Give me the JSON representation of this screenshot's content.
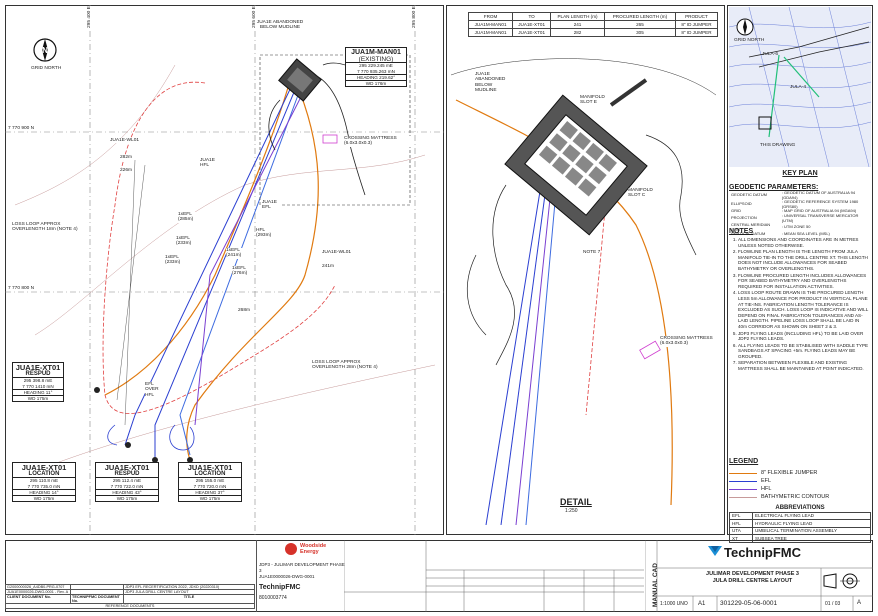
{
  "grid": {
    "top": [
      "295 400 E",
      "295 600 E",
      "295 800 E"
    ],
    "left": [
      "7 770 900 N",
      "7 770 800 N"
    ]
  },
  "north_label": "GRID NORTH",
  "wells": [
    {
      "title": "JUA1E-XT01",
      "sub": "RESPUD",
      "lines": [
        "295 398.8 mE",
        "7 770 1410 mN",
        "HEADING 11°",
        "WD 175m"
      ]
    },
    {
      "title": "JUA1E-XT01",
      "sub": "LOCATION",
      "lines": [
        "295 110.8 mE",
        "7 770 735.0 mN",
        "HEADING 14°",
        "WD 175m"
      ]
    },
    {
      "title": "JUA1E-XT01",
      "sub": "RESPUD",
      "lines": [
        "295 112.4 mE",
        "7 770 722.0 mN",
        "HEADING 43°",
        "WD 175m"
      ]
    },
    {
      "title": "JUA1E-XT01",
      "sub": "LOCATION",
      "lines": [
        "295 155.0 mE",
        "7 770 720.0 mN",
        "HEADING 37°",
        "WD 175m"
      ]
    }
  ],
  "manifold_box": {
    "title": "JUA1M-MAN01",
    "sub": "(EXISTING)",
    "lines": [
      "295 229.245 mE",
      "7 770 935.263 mN",
      "HEADING 219.62°",
      "WD 176m"
    ]
  },
  "map_labels": {
    "abandoned": "JUA1E ABANDONED BELOW MUDLINE",
    "crossing": "CROSSING MATTRESS (6.0x3.0x0.3)",
    "wl01": "JUA1E-WL01",
    "hfl": "JUA1E HFL",
    "efl": "JUA1E EFL",
    "wl01b": "JUA1E-WL01",
    "loss_loop": "LOSS LOOP APPROX OVERLENGTH 18m (NOTE 4)",
    "loss_loop2": "LOSS LOOP APPROX OVERLENGTH 28m (NOTE 4)",
    "efl_over": "EFL OVER HFL",
    "d282": "282m",
    "d226": "226m",
    "d285": "1xEFL (285m)",
    "d233": "1xEFL (233m)",
    "d233b": "1xEFL (233m)",
    "d276": "1xEFL (276m)",
    "d241": "1xEFL (241m)",
    "d293": "HFL (293m)",
    "d241b": "241m",
    "d268": "268m"
  },
  "detail": {
    "abandoned": "JUA1E ABANDONED BELOW MUDLINE",
    "slot_e": "MANIFOLD SLOT E",
    "slot_c": "MANIFOLD SLOT C",
    "crossing": "CROSSING MATTRESS (6.0x3.0x0.3)",
    "note": "NOTE 7",
    "title": "DETAIL",
    "scale": "1:250"
  },
  "table": {
    "headers": [
      "FROM",
      "TO",
      "PLAN LENGTH (m)",
      "PROCURED LENGTH (m)",
      "PRODUCT"
    ],
    "rows": [
      [
        "JUA1M-MAN01",
        "JUA1E-XT01",
        "241",
        "265",
        "8\" ID JUMPER"
      ],
      [
        "JUA1M-MAN01",
        "JUA1E-XT01",
        "282",
        "305",
        "8\" ID JUMPER"
      ]
    ]
  },
  "key_plan": {
    "title": "KEY PLAN",
    "grid_north": "GRID NORTH",
    "label1": "JULA-4",
    "label2": "THIS DRAWING",
    "label3": "JULA-6"
  },
  "geodetic": {
    "title": "GEODETIC PARAMETERS:",
    "rows": [
      [
        "GEODETIC DATUM",
        ": GEODETIC DATUM OF AUSTRALIA 94 (GDA94)"
      ],
      [
        "ELLIPSOID",
        ": GEODETIC REFERENCE SYSTEM 1980 (GRS80)"
      ],
      [
        "GRID",
        ": MAP GRID OF AUSTRALIA 94 (MGA94)"
      ],
      [
        "PROJECTION",
        ": UNIVERSAL TRANSVERSE MERCATOR (UTM)"
      ],
      [
        "CENTRAL MERIDIAN UTM",
        ": UTM ZONE 50"
      ],
      [
        "VERTICAL DATUM",
        ": MEAN SEA LEVEL (MSL)"
      ]
    ]
  },
  "notes_title": "NOTES",
  "notes": [
    "ALL DIMENSIONS AND COORDINATES ARE IN METRES UNLESS NOTED OTHERWISE.",
    "FLOWLINE PLAN LENGTH IS THE LENGTH FROM JULA MANIFOLD TIE-IN TO THE DRILL CENTRE XT. THIS LENGTH DOES NOT INCLUDE ALLOWANCES FOR SEABED BATHYMETRY OR OVERLENGTHS.",
    "FLOWLINE PROCURED LENGTH INCLUDES ALLOWANCES FOR SEABED BATHYMETRY AND OVERLENGTHS REQUIRED FOR INSTALLATION ACTIVITIES.",
    "LOSS LOOP ROUTE DRAWN IS THE PROCURED LENGTH LESS 5m ALLOWANCE FOR PRODUCT IN VERTICAL PLANE AT TIE-INS. FABRICATION LENGTH TOLERANCE IS EXCLUDED AS SUCH. LOSS LOOP IS INDICATIVE AND WILL DEPEND ON FINAL FABRICATION TOLERANCES AND AS-LAID LENGTH. PIPELINE LOSS LOOP SHALL BE LAID IN 40m CORRIDOR AS SHOWN ON SHEET 2 & 3.",
    "JDP3 FLYING LEADS (INCLUDING HFL) TO BE LAID OVER JDP2 FLYING LEADS.",
    "ALL FLYING LEADS TO BE STABILISED WITH SADDLE TYPE SANDBAGS AT SPACING +5m. FLYING LEADS MAY BE GROUPED.",
    "SEPARATION BETWEEN FLEXIBLE AND EXISTING MATTRESS SHALL BE MAINTAINED AT POINT INDICATED."
  ],
  "legend": {
    "title": "LEGEND",
    "items": [
      {
        "label": "8\" FLEXIBLE JUMPER",
        "color": "#e07a10"
      },
      {
        "label": "EFL",
        "color": "#2b3fd1"
      },
      {
        "label": "HFL",
        "color": "#7a3fd1"
      },
      {
        "label": "BATHYMETRIC CONTOUR",
        "color": "#c79a9a"
      }
    ]
  },
  "abbreviations": {
    "title": "ABBREVIATIONS",
    "rows": [
      [
        "EFL",
        "ELECTRICAL FLYING LEAD"
      ],
      [
        "HFL",
        "HYDRAULIC FLYING LEAD"
      ],
      [
        "UTA",
        "UMBILICAL TERMINATION ASSEMBLY"
      ],
      [
        "XT",
        "SUBSEA TREE"
      ]
    ]
  },
  "title_block": {
    "logo_client": "Woodside Energy",
    "logo_contractor": "TechnipFMC",
    "project": "JDP3 - JULIMAR DEVELOPMENT PHASE 3",
    "doc_no": "JUA1E0000026-DWG-0001",
    "contract": "TechnipFMC",
    "contract_no": "8010003774",
    "drawing_title": "JULIMAR DEVELOPMENT PHASE 3 JULA DRILL CENTRE LAYOUT",
    "scale": "1:1000 UNO",
    "size": "A1",
    "drawing_no": "301229-05-06-0001",
    "sheet": "01 / 03",
    "rev": "A",
    "ref_docs_header": "REFERENCE DOCUMENTS",
    "ref_cols": [
      "CLIENT DOCUMENT No.",
      "TECHNIPFMC DOCUMENT No.",
      "TITLE"
    ],
    "ref_rows": [
      [
        "G2000000026_A4DB0-PRG-0707",
        "",
        "JDP3 EFL RECERTIFICATION 2022, JDXD (20220310)"
      ],
      [
        "JUA1E0000026-DWG-0001 - Rev. A",
        "",
        "JDP3 JULA DRILL CENTRE LAYOUT"
      ]
    ],
    "manual_cad": "MANUAL CAD"
  }
}
